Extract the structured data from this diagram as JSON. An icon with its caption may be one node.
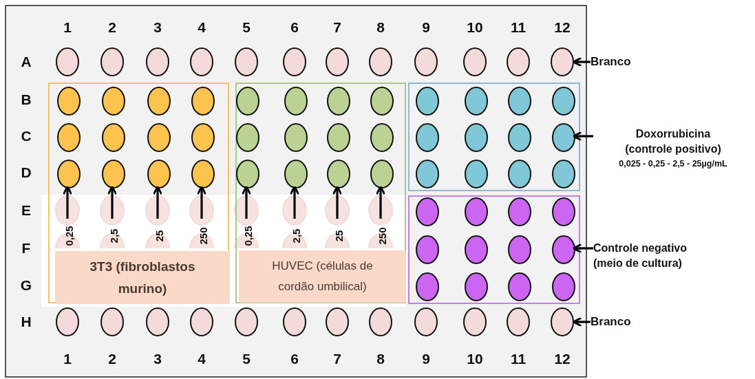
{
  "diagram": {
    "nodes": [
      {
        "text": [],
        "shape": "box"
      },
      {
        "text": [],
        "shape": "box"
      },
      {
        "text": [],
        "shape": "box"
      },
      {
        "text": [],
        "shape": "box"
      },
      {
        "text": [],
        "shape": "circle"
      },
      {
        "text": [],
        "shape": "circle"
      },
      {
        "text": [],
        "shape": "circle"
      },
      {
        "text": [],
        "shape": "circle"
      },
      {
        "text": [],
        "shape": "circle"
      },
      {
        "text": [],
        "shape": "circle"
      },
      {
        "text": [],
        "shape": "circle"
      },
      {
        "text": [],
        "shape": "circle"
      },
      {
        "text": [],
        "shape": "circle"
      },
      {
        "text": [],
        "shape": "circle"
      },
      {
        "text": [],
        "shape": "circle"
      },
      {
        "text": [],
        "shape": "circle"
      },
      {
        "text": [],
        "shape": "circle",
        "in": 0
      },
      {
        "text": [],
        "shape": "circle",
        "in": 0
      },
      {
        "text": [],
        "shape": "circle",
        "in": 0
      },
      {
        "text": [],
        "shape": "circle",
        "in": 0
      },
      {
        "text": [],
        "shape": "circle",
        "in": 1
      },
      {
        "text": [],
        "shape": "circle",
        "in": 1
      },
      {
        "text": [],
        "shape": "circle",
        "in": 1
      },
      {
        "text": [],
        "shape": "circle",
        "in": 1
      },
      {
        "text": [],
        "shape": "circle",
        "in": 2
      },
      {
        "text": [],
        "shape": "circle",
        "in": 2
      },
      {
        "text": [],
        "shape": "circle",
        "in": 2
      },
      {
        "text": [],
        "shape": "circle",
        "in": 2
      },
      {
        "text": [],
        "shape": "circle",
        "in": 0
      },
      {
        "text": [],
        "shape": "circle",
        "in": 0
      },
      {
        "text": [],
        "shape": "circle",
        "in": 0
      },
      {
        "text": [],
        "shape": "circle",
        "in": 0
      },
      {
        "text": [],
        "shape": "circle",
        "in": 1
      },
      {
        "text": [],
        "shape": "circle",
        "in": 1
      },
      {
        "text": [],
        "shape": "circle",
        "in": 1
      },
      {
        "text": [],
        "shape": "circle",
        "in": 1
      },
      {
        "text": [],
        "shape": "circle",
        "in": 2
      },
      {
        "text": [],
        "shape": "circle",
        "in": 2
      },
      {
        "text": [],
        "shape": "circle",
        "in": 2
      },
      {
        "text": [],
        "shape": "circle",
        "in": 2
      },
      {
        "text": [],
        "shape": "circle",
        "in": 0
      },
      {
        "text": [],
        "shape": "circle",
        "in": 0
      },
      {
        "text": [],
        "shape": "circle",
        "in": 0
      },
      {
        "text": [],
        "shape": "circle",
        "in": 0
      },
      {
        "text": [],
        "shape": "circle",
        "in": 1
      },
      {
        "text": [],
        "shape": "circle",
        "in": 1
      },
      {
        "text": [],
        "shape": "circle",
        "in": 1
      },
      {
        "text": [],
        "shape": "circle",
        "in": 1
      },
      {
        "text": [],
        "shape": "circle",
        "in": 2
      },
      {
        "text": [],
        "shape": "circle",
        "in": 2
      },
      {
        "text": [],
        "shape": "circle",
        "in": 2
      },
      {
        "text": [],
        "shape": "circle",
        "in": 2
      },
      {
        "text": [],
        "shape": "circle",
        "in": 3
      },
      {
        "text": [],
        "shape": "circle",
        "in": 3
      },
      {
        "text": [],
        "shape": "circle",
        "in": 3
      },
      {
        "text": [],
        "shape": "circle",
        "in": 3
      },
      {
        "text": [],
        "shape": "circle",
        "in": 3
      },
      {
        "text": [],
        "shape": "circle",
        "in": 3
      },
      {
        "text": [],
        "shape": "circle",
        "in": 3
      },
      {
        "text": [],
        "shape": "circle",
        "in": 3
      },
      {
        "text": [],
        "shape": "circle",
        "in": 3
      },
      {
        "text": [],
        "shape": "circle",
        "in": 3
      },
      {
        "text": [],
        "shape": "circle",
        "in": 3
      },
      {
        "text": [],
        "shape": "circle",
        "in": 3
      },
      {
        "text": [],
        "shape": "circle"
      },
      {
        "text": [],
        "shape": "circle"
      },
      {
        "text": [],
        "shape": "circle"
      },
      {
        "text": [],
        "shape": "circle"
      },
      {
        "text": [],
        "shape": "circle"
      },
      {
        "text": [],
        "shape": "circle"
      },
      {
        "text": [],
        "shape": "circle"
      },
      {
        "text": [],
        "shape": "circle"
      },
      {
        "text": [],
        "shape": "circle"
      },
      {
        "text": [],
        "shape": "circle"
      },
      {
        "text": [],
        "shape": "circle"
      },
      {
        "text": [],
        "shape": "circle"
      },
      {
        "text": [
          "Branco"
        ]
      },
      {
        "text": [
          "Doxorrubicina (controle positivo)",
          "0,025 - 0,25 - 2,5 - 25µg/mL"
        ]
      },
      {
        "text": [
          "Controle negativo (meio de cultura)"
        ]
      },
      {
        "text": [
          "Branco"
        ]
      },
      {
        "text": [
          "0,25"
        ],
        "in": 0
      },
      {
        "text": [
          "2,5"
        ],
        "in": 0
      },
      {
        "text": [
          "25"
        ],
        "in": 0
      },
      {
        "text": [
          "250"
        ],
        "in": 0
      },
      {
        "text": [
          "0,25"
        ],
        "in": 1
      },
      {
        "text": [
          "2,5"
        ],
        "in": 1
      },
      {
        "text": [
          "25"
        ],
        "in": 1
      },
      {
        "text": [
          "250"
        ],
        "in": 1
      },
      {
        "text": [
          "3T3 (fibroblastos murino)"
        ],
        "in": 0
      },
      {
        "text": [
          "HUVEC (células de cordão umbilical)"
        ],
        "in": 1
      }
    ],
    "edges": [
      {
        "from": 76,
        "to": 15,
        "arrow": "to"
      },
      {
        "from": 77,
        "to": 39,
        "arrow": "to"
      },
      {
        "from": 78,
        "to": 59,
        "arrow": "to"
      },
      {
        "from": 79,
        "to": 75,
        "arrow": "to"
      },
      {
        "from": 80,
        "to": 40,
        "arrow": "to"
      },
      {
        "from": 81,
        "to": 41,
        "arrow": "to"
      },
      {
        "from": 82,
        "to": 42,
        "arrow": "to"
      },
      {
        "from": 83,
        "to": 43,
        "arrow": "to"
      },
      {
        "from": 84,
        "to": 44,
        "arrow": "to"
      },
      {
        "from": 85,
        "to": 45,
        "arrow": "to"
      },
      {
        "from": 86,
        "to": 46,
        "arrow": "to"
      },
      {
        "from": 87,
        "to": 47,
        "arrow": "to"
      }
    ],
    "labels": [
      "1",
      "2",
      "3",
      "4",
      "5",
      "6",
      "7",
      "8",
      "9",
      "10",
      "11",
      "12",
      "A",
      "B",
      "C",
      "D",
      "E",
      "F",
      "G",
      "H",
      "1",
      "2",
      "3",
      "4",
      "5",
      "6",
      "7",
      "8",
      "9",
      "10",
      "11",
      "12"
    ]
  }
}
